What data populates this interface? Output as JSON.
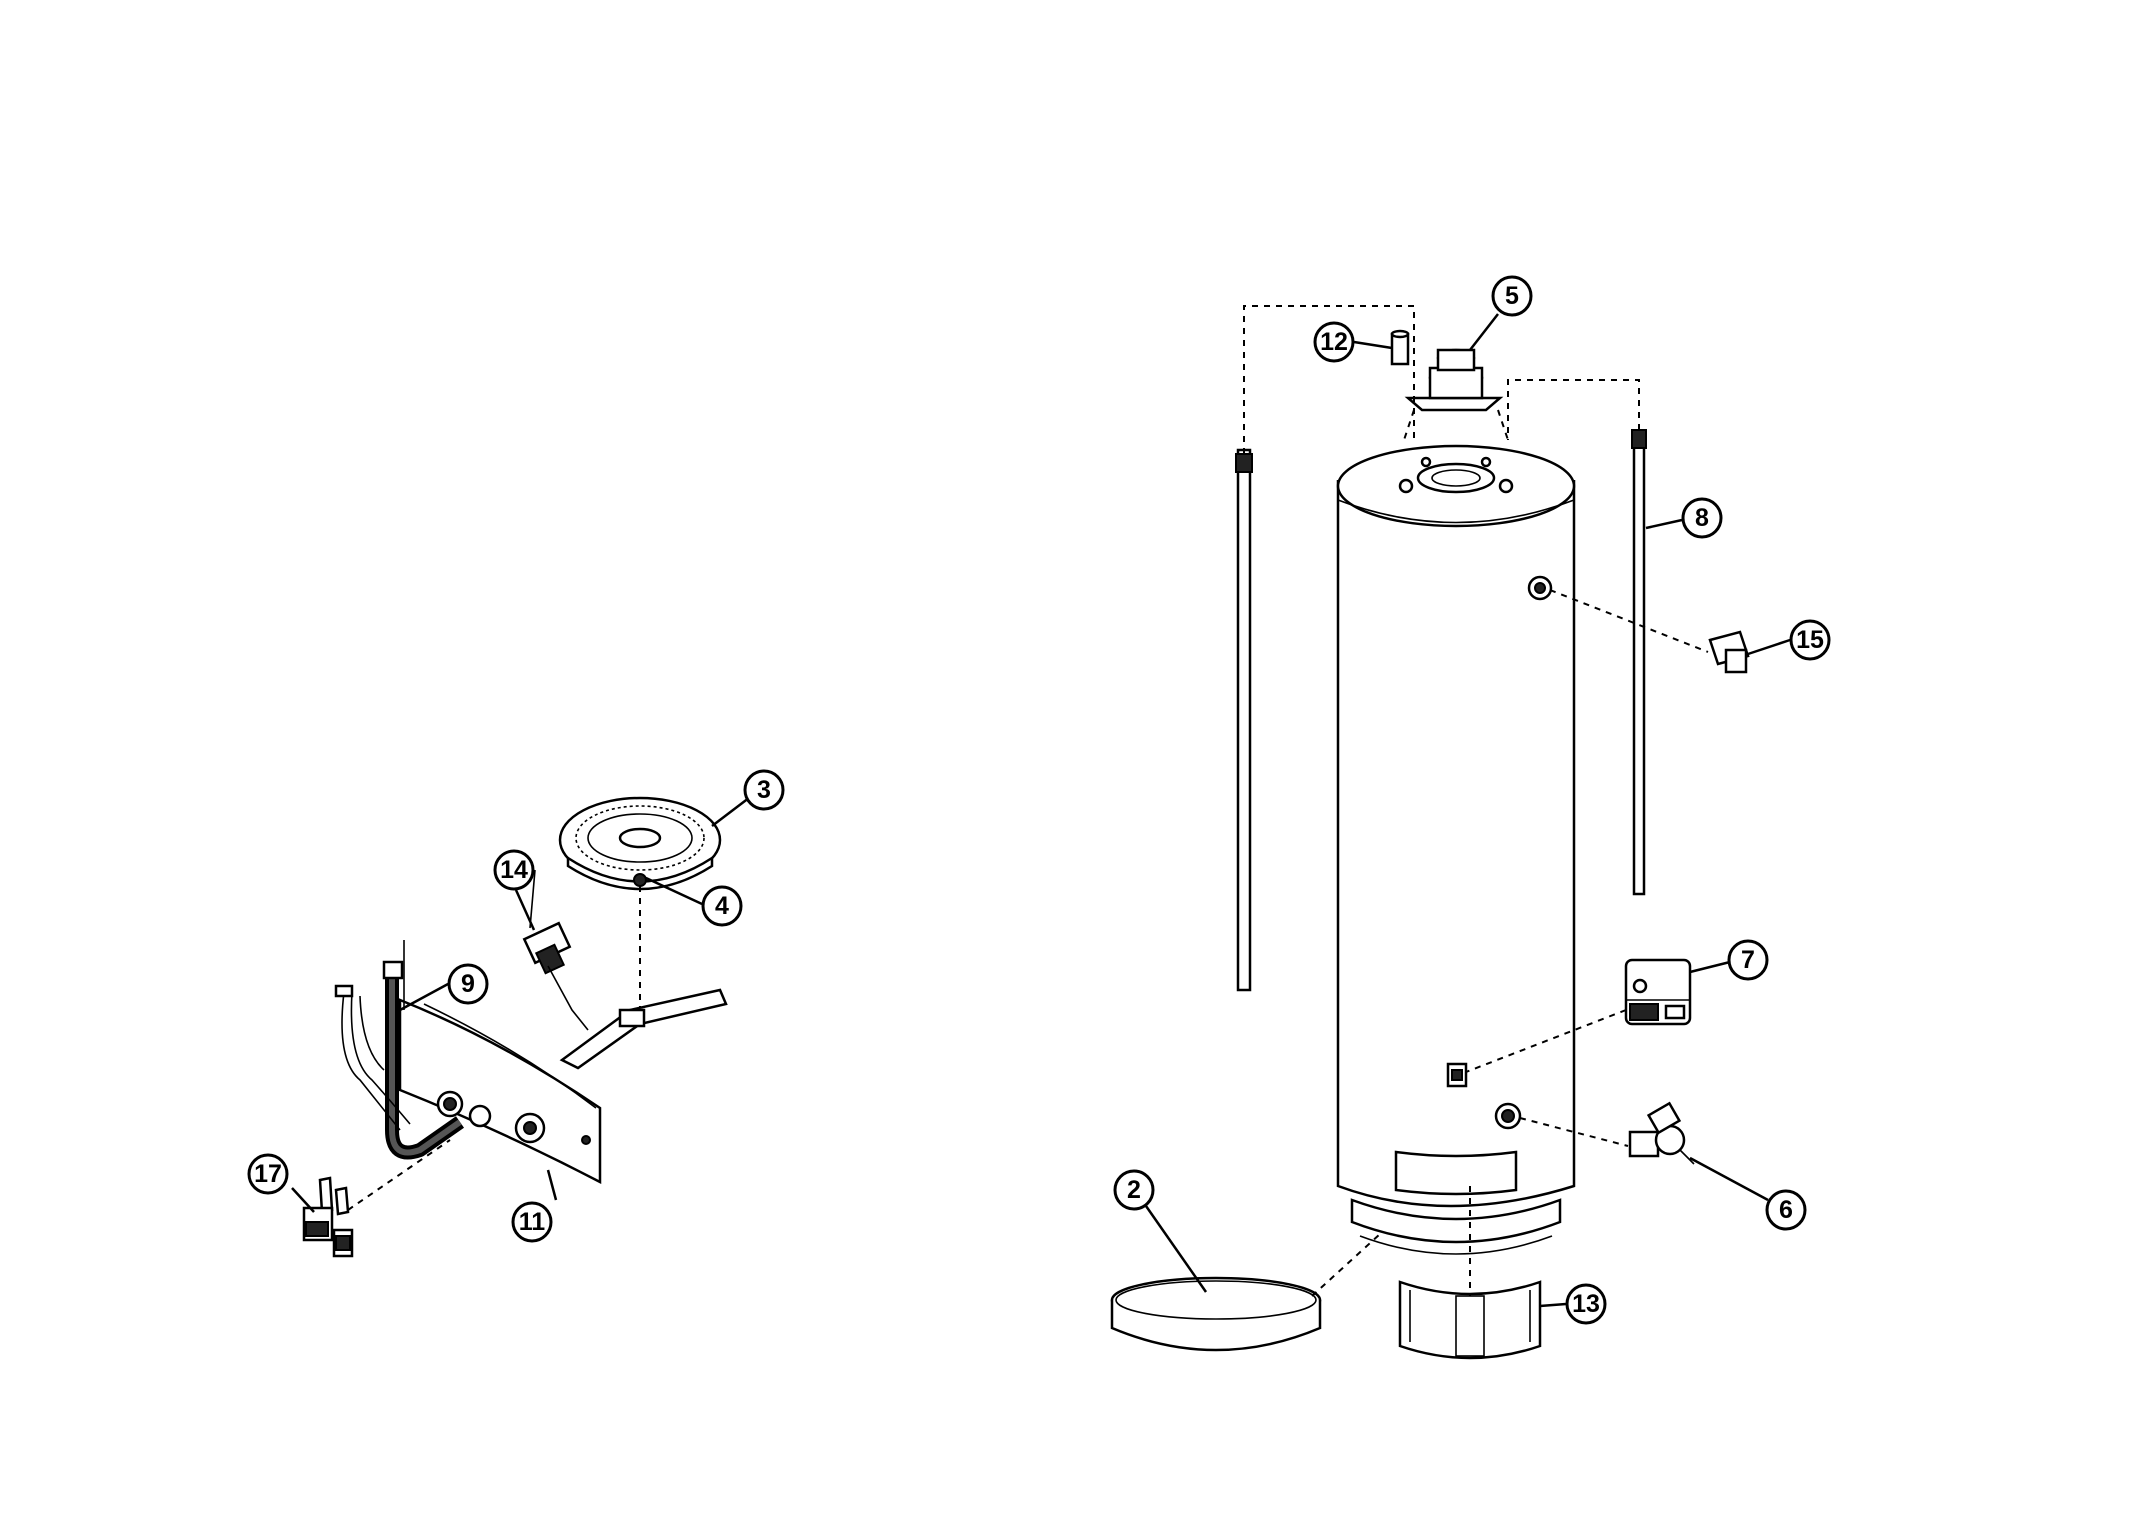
{
  "diagram": {
    "callouts": [
      {
        "id": "c2",
        "label": "2"
      },
      {
        "id": "c3",
        "label": "3"
      },
      {
        "id": "c4",
        "label": "4"
      },
      {
        "id": "c5",
        "label": "5"
      },
      {
        "id": "c6",
        "label": "6"
      },
      {
        "id": "c7",
        "label": "7"
      },
      {
        "id": "c8",
        "label": "8"
      },
      {
        "id": "c9",
        "label": "9"
      },
      {
        "id": "c11",
        "label": "11"
      },
      {
        "id": "c12",
        "label": "12"
      },
      {
        "id": "c13",
        "label": "13"
      },
      {
        "id": "c14",
        "label": "14"
      },
      {
        "id": "c15",
        "label": "15"
      },
      {
        "id": "c17",
        "label": "17"
      }
    ]
  }
}
